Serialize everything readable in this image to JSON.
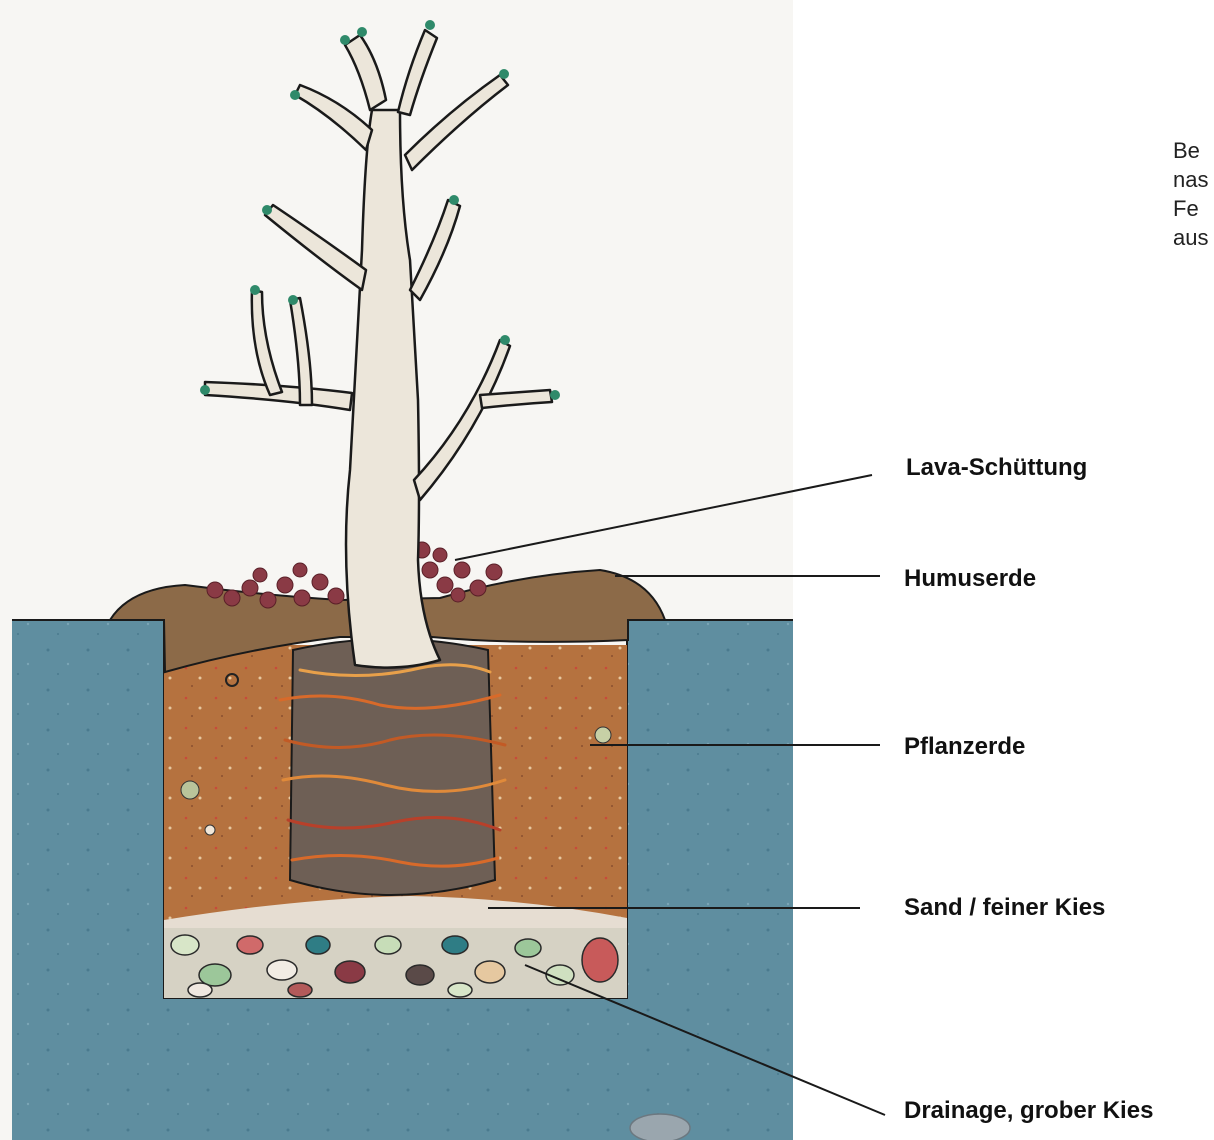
{
  "labels": {
    "lava": "Lava-Schüttung",
    "humus": "Humuserde",
    "pflanz": "Pflanzerde",
    "sand": "Sand / feiner Kies",
    "drainage": "Drainage, grober Kies"
  },
  "note_lines": [
    "Be",
    "nas",
    "Fe",
    "aus"
  ],
  "colors": {
    "paper": "#f7f6f3",
    "ground": "#5f8ea0",
    "planting_soil": "#b5723f",
    "humus": "#8c6a48",
    "lava": "#8a3a45",
    "root_ball": "#6e5f55",
    "trunk": "#ece6da",
    "leaf_tips": "#2f8a6a"
  }
}
